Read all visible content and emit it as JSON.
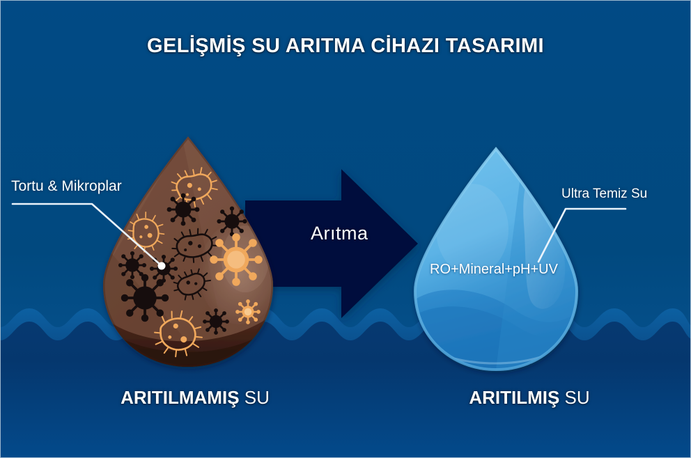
{
  "page": {
    "title": "GELİŞMİŞ SU ARITMA CİHAZI TASARIMI",
    "background_top_color": "#01497f",
    "background_bottom_color": "#043a72",
    "border_color": "#b9cbdc"
  },
  "callouts": {
    "dirty": {
      "label": "Tortu & Mikroplar",
      "line_color": "#e9f2fb"
    },
    "clean": {
      "label": "Ultra Temiz Su",
      "line_color": "#e9f2fb"
    }
  },
  "arrow": {
    "label": "Arıtma",
    "fill_color": "#060f3c"
  },
  "droplets": {
    "dirty": {
      "caption_strong": "ARITILMAMIŞ",
      "caption_light": "SU",
      "body_color": "#7b5343",
      "shadow_color": "#5e3a2c",
      "germ_orange": "#f0a85c",
      "germ_dark": "#140d09"
    },
    "clean": {
      "inner_label": "RO+Mineral+pH+UV",
      "caption_strong": "ARITILMIŞ",
      "caption_light": "SU",
      "top_color": "#62b8e9",
      "bottom_color": "#1b78bd",
      "rim_color": "#7ec8ef"
    }
  },
  "wave": {
    "crest_color": "#0d62a4",
    "trough_color": "#0a3f77"
  }
}
